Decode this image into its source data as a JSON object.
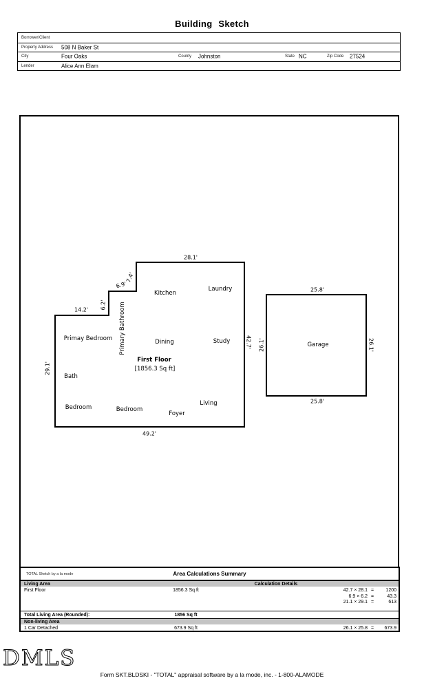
{
  "title": "Building Sketch",
  "header": {
    "rows": [
      {
        "label": "Borrower/Client",
        "value": ""
      },
      {
        "label": "Property Address",
        "value": "508 N Baker St"
      },
      {
        "fields": [
          {
            "label": "City",
            "value": "Four Oaks"
          },
          {
            "label": "County",
            "value": "Johnston"
          },
          {
            "label": "State",
            "value": "NC"
          },
          {
            "label": "Zip Code",
            "value": "27524"
          }
        ]
      },
      {
        "label": "Lender",
        "value": "Alice Ann Elam"
      }
    ]
  },
  "sketch": {
    "house": {
      "dims": {
        "top": "28.1'",
        "right": "42.7'",
        "bottom": "49.2'",
        "left": "29.1'",
        "wing_top": "14.2'",
        "step_vertical": "6.2'",
        "step_horizontal": "6.9'",
        "step_upper": "7.4'"
      },
      "rooms": {
        "kitchen": "Kitchen",
        "laundry": "Laundry",
        "primary_bathroom": "Primary Bathroom",
        "primary_bedroom": "Primay Bedroom",
        "dining": "Dining",
        "study": "Study",
        "bath": "Bath",
        "bedroom1": "Bedroom",
        "bedroom2": "Bedroom",
        "foyer": "Foyer",
        "living": "Living"
      },
      "floor_label": "First Floor",
      "floor_area": "[1856.3 Sq ft]"
    },
    "garage": {
      "label": "Garage",
      "dims": {
        "top": "25.8'",
        "bottom": "25.8'",
        "left": "26.1'",
        "right": "26.1'"
      }
    }
  },
  "summary": {
    "watermark": "TOTAL Sketch by a la mode",
    "title": "Area Calculations Summary",
    "living_header": "Living Area",
    "calc_header": "Calculation Details",
    "equals": "=",
    "living_rows": [
      {
        "name": "First Floor",
        "area": "1856.3 Sq ft"
      }
    ],
    "living_calcs": [
      {
        "expr": "42.7 × 28.1",
        "result": "1200"
      },
      {
        "expr": "6.9 × 6.2",
        "result": "43.3"
      },
      {
        "expr": "21.1 × 29.1",
        "result": "613"
      }
    ],
    "total_label": "Total Living Area (Rounded):",
    "total_value": "1856 Sq ft",
    "nonliving_header": "Non-living Area",
    "nonliving_rows": [
      {
        "name": "1 Car Detached",
        "area": "673.9 Sq ft"
      }
    ],
    "nonliving_calcs": [
      {
        "expr": "26.1 × 25.8",
        "result": "673.9"
      }
    ]
  },
  "footer": {
    "text": "Form SKT.BLDSKI - \"TOTAL\" appraisal software by a la mode, inc. - 1-800-ALAMODE"
  },
  "brand_watermark": "DMLS",
  "colors": {
    "table_header_bg": "#c4c4c4",
    "line_color": "#000000"
  }
}
